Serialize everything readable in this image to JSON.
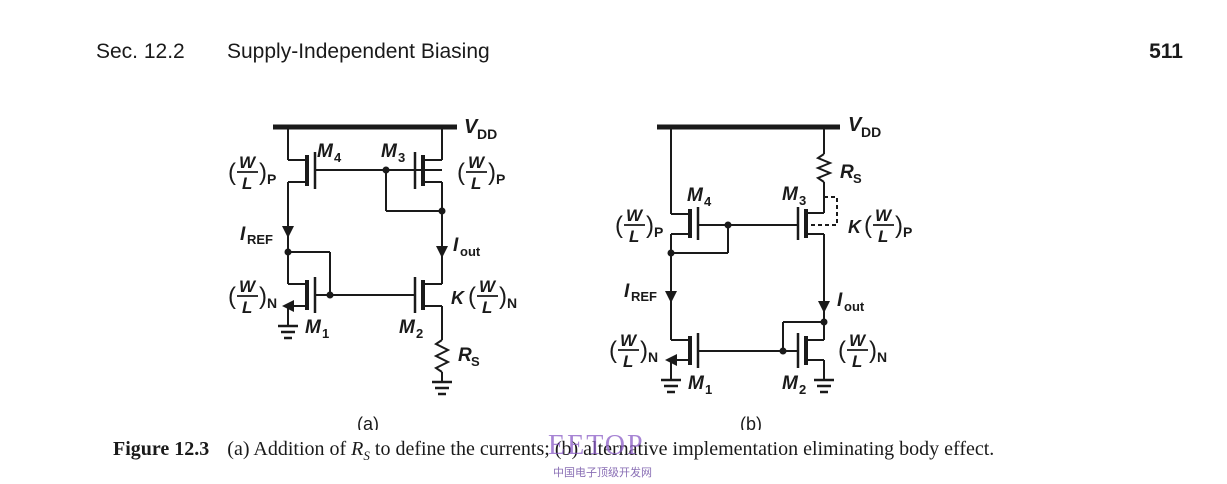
{
  "header": {
    "section": "Sec. 12.2",
    "title": "Supply-Independent Biasing",
    "page_number": "511"
  },
  "figure": {
    "a": {
      "tag": "(a)",
      "vdd": "V",
      "vdd_sub": "DD",
      "m4": "M",
      "m4_sub": "4",
      "m3": "M",
      "m3_sub": "3",
      "m1": "M",
      "m1_sub": "1",
      "m2": "M",
      "m2_sub": "2",
      "iref": "I",
      "iref_sub": "REF",
      "iout": "I",
      "iout_sub": "out",
      "rs": "R",
      "rs_sub": "S",
      "k": "K",
      "wl_w": "W",
      "wl_l": "L",
      "sub_p": "P",
      "sub_n": "N"
    },
    "b": {
      "tag": "(b)",
      "vdd": "V",
      "vdd_sub": "DD",
      "m4": "M",
      "m4_sub": "4",
      "m3": "M",
      "m3_sub": "3",
      "m1": "M",
      "m1_sub": "1",
      "m2": "M",
      "m2_sub": "2",
      "iref": "I",
      "iref_sub": "REF",
      "iout": "I",
      "iout_sub": "out",
      "rs": "R",
      "rs_sub": "S",
      "k": "K",
      "wl_w": "W",
      "wl_l": "L",
      "sub_p": "P",
      "sub_n": "N"
    }
  },
  "caption": {
    "label": "Figure 12.3",
    "text_before": "(a) Addition of ",
    "rs_var": "R",
    "rs_sub": "S",
    "text_after": " to define the currents; (b) alternative implementation eliminating body effect."
  },
  "watermark": {
    "logo": "EETOP",
    "subtitle": "中国电子顶级开发网"
  }
}
